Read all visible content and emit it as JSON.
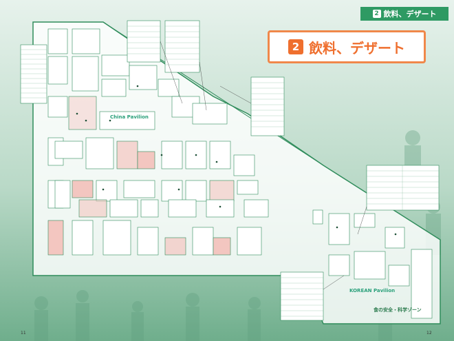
{
  "header": {
    "section_number": "2",
    "section_title": "飲料、デザート"
  },
  "map": {
    "pavilions": [
      {
        "label": "China Pavilion"
      },
      {
        "label": "KOREAN Pavilion"
      }
    ],
    "zones": [
      {
        "label": "食の安全・科学ゾーン"
      }
    ]
  },
  "page_numbers": {
    "left": "11",
    "right": "12"
  },
  "colors": {
    "accent_green": "#2e9a63",
    "accent_orange": "#ef6f2e",
    "booth_pink": "#f3c6c0"
  }
}
